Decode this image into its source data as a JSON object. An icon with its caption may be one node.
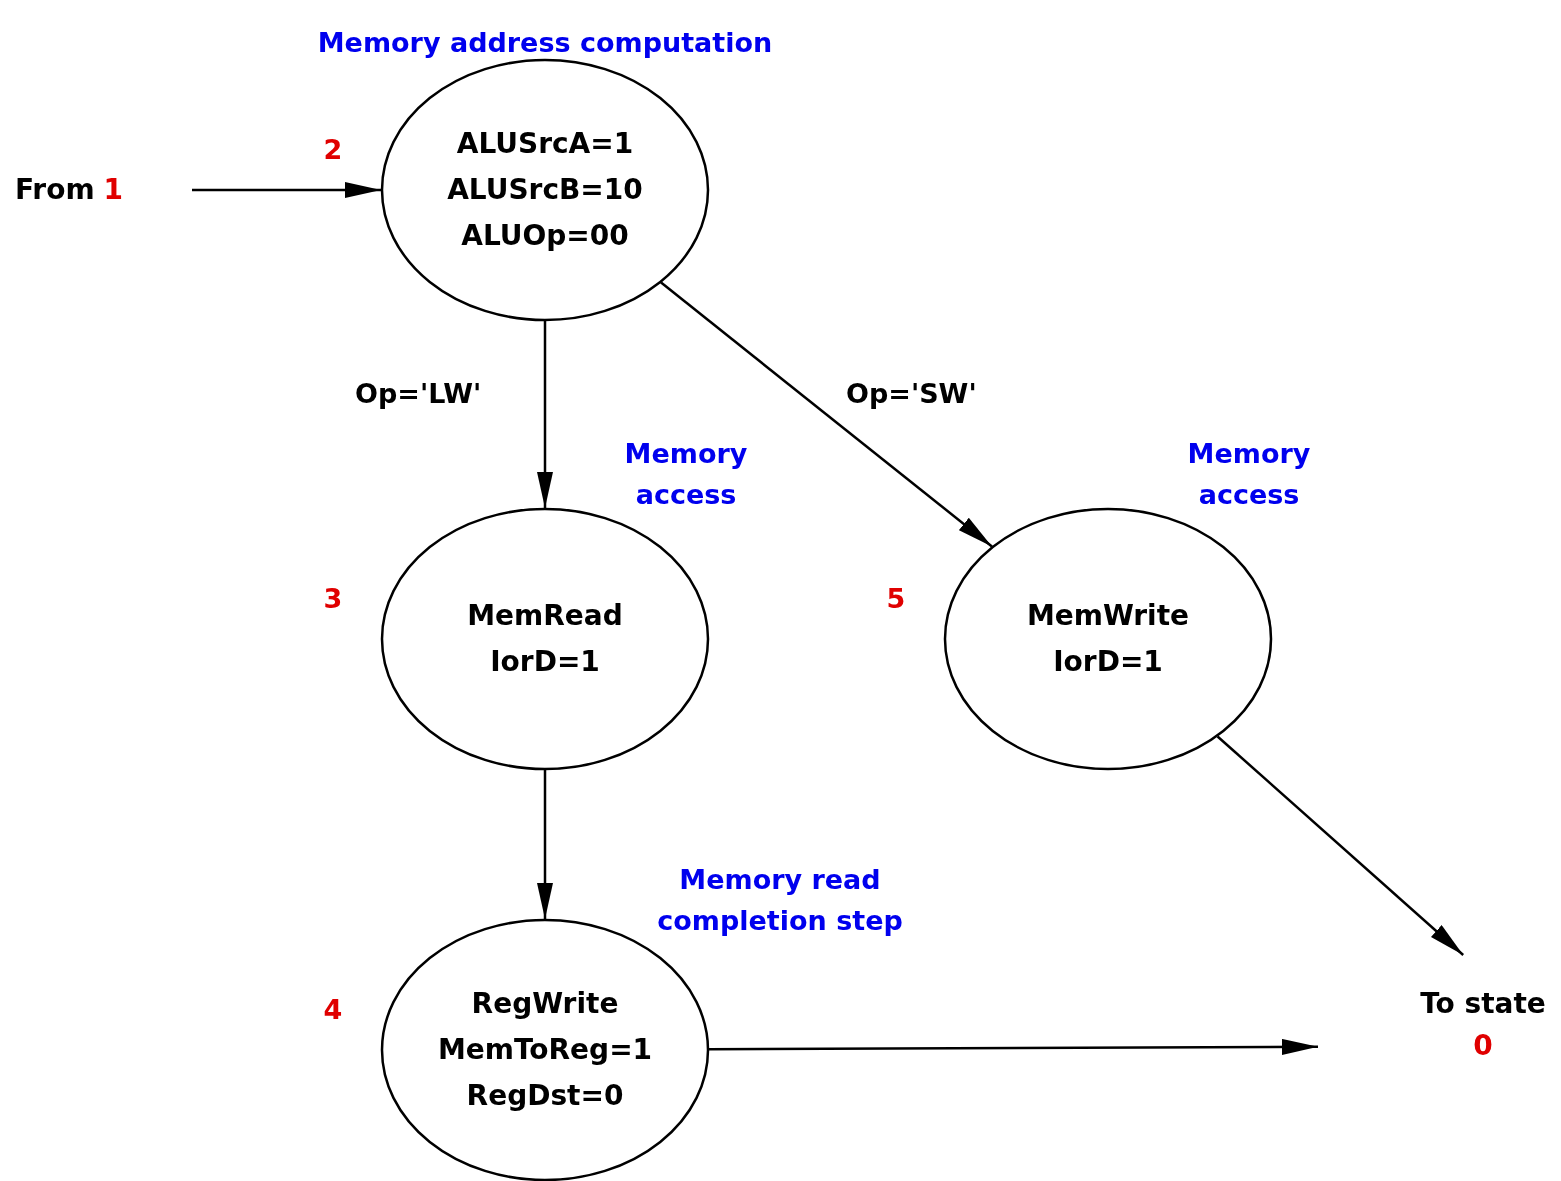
{
  "diagram": {
    "nodes": [
      {
        "text": [
          "From",
          "1"
        ]
      },
      {
        "text": [
          "ALUSrcA=1",
          "ALUSrcB=10",
          "ALUOp=00"
        ],
        "beside": [
          "2",
          "Memory address computation"
        ]
      },
      {
        "text": [
          "MemRead",
          "IorD=1"
        ],
        "beside": [
          "3",
          "Memory access"
        ]
      },
      {
        "text": [
          "MemWrite",
          "IorD=1"
        ],
        "beside": [
          "5",
          "Memory access"
        ]
      },
      {
        "text": [
          "RegWrite",
          "MemToReg=1",
          "RegDst=0"
        ],
        "beside": [
          "4",
          "Memory read completion step"
        ]
      },
      {
        "text": [
          "To state",
          "0"
        ]
      }
    ],
    "edges": [
      {
        "from": 0,
        "to": 1,
        "arrow": "to"
      },
      {
        "from": 1,
        "to": 2,
        "arrow": "to",
        "label": "Op='LW'"
      },
      {
        "from": 1,
        "to": 3,
        "arrow": "to",
        "label": "Op='SW'"
      },
      {
        "from": 3,
        "to": 5,
        "arrow": "to"
      },
      {
        "from": 2,
        "to": 4,
        "arrow": "to"
      },
      {
        "from": 4,
        "to": 5,
        "arrow": "to"
      }
    ]
  }
}
